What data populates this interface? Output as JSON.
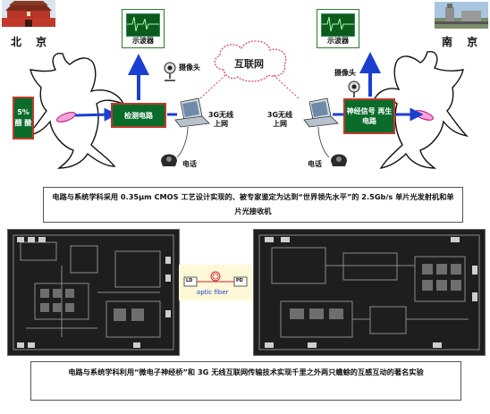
{
  "top_diagram": {
    "left_city": "北 京",
    "right_city": "南 京",
    "left_scope_label": "示波器",
    "right_scope_label": "示波器",
    "chemical_label": "5% 醋 酸",
    "detect_circuit": "检测电路",
    "regen_circuit": "神经信号 再生电路",
    "internet_label": "互联网",
    "left_camera": "摄像头",
    "right_camera": "摄像头",
    "left_wireless": "3G无线 上网",
    "right_wireless": "3G无线 上网",
    "left_phone": "电话",
    "right_phone": "电话"
  },
  "caption_top": "电路与系统学科采用 0.35μm CMOS 工艺设计实现的、被专家鉴定为达到“世界领先水平”的 2.5Gb/s 单片光发射机和单片光接收机",
  "fiber_diagram": {
    "ld_label": "LD",
    "pd_label": "PD",
    "fiber_label": "optic fiber"
  },
  "caption_bottom": "电路与系统学科利用“微电子神经桥”和 3G 无线互联网传输技术实现千里之外两只蟾蜍的互感互动的著名实验",
  "colors": {
    "circuit_green": "#0a6b2a",
    "circuit_border": "#c0392b",
    "arrow_blue": "#1a3fd1"
  }
}
